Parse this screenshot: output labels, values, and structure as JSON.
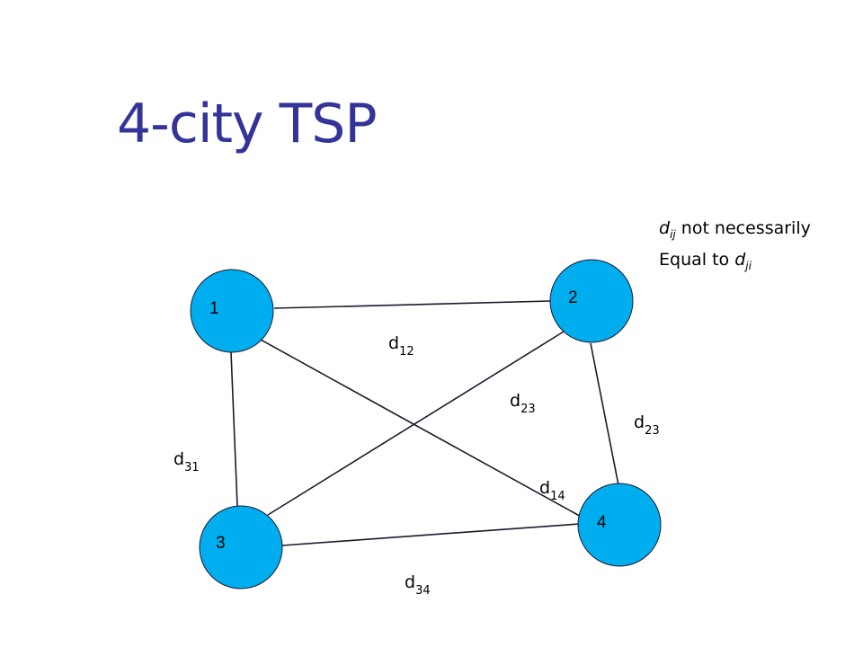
{
  "title": "4-city TSP",
  "note": {
    "line1_var": "d",
    "line1_sub": "ij",
    "line1_text": " not necessarily",
    "line2_text": "Equal to ",
    "line2_var": "d",
    "line2_sub": "ji"
  },
  "colors": {
    "title": "#333399",
    "node_fill": "#00AEEF",
    "edge": "#1a1a2e"
  },
  "nodes": [
    {
      "id": "1",
      "label": "1"
    },
    {
      "id": "2",
      "label": "2"
    },
    {
      "id": "3",
      "label": "3"
    },
    {
      "id": "4",
      "label": "4"
    }
  ],
  "edges": [
    {
      "from": "1",
      "to": "2",
      "label": "d",
      "sub": "12"
    },
    {
      "from": "2",
      "to": "3",
      "label": "d",
      "sub": "23"
    },
    {
      "from": "2",
      "to": "4",
      "label": "d",
      "sub": "23"
    },
    {
      "from": "1",
      "to": "3",
      "label": "d",
      "sub": "31"
    },
    {
      "from": "1",
      "to": "4",
      "label": "d",
      "sub": "14"
    },
    {
      "from": "3",
      "to": "4",
      "label": "d",
      "sub": "34"
    }
  ]
}
